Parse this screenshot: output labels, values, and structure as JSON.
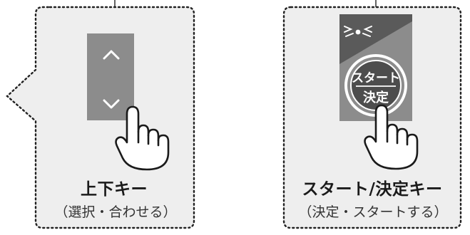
{
  "left_panel": {
    "title": "上下キー",
    "subtitle": "（選択・合わせる）",
    "icons": [
      "chevron-up-icon",
      "chevron-down-icon",
      "pointing-hand-icon"
    ]
  },
  "right_panel": {
    "title": "スタート/決定キー",
    "subtitle": "（決定・スタートする）",
    "button_label_top": "スタート",
    "button_label_bottom": "決定",
    "icons": [
      "blinking-light-icon",
      "pointing-hand-icon"
    ]
  },
  "colors": {
    "panel_fill": "#eeeeee",
    "key_fill": "#888888",
    "key_dark": "#555555",
    "outline": "#222222"
  }
}
